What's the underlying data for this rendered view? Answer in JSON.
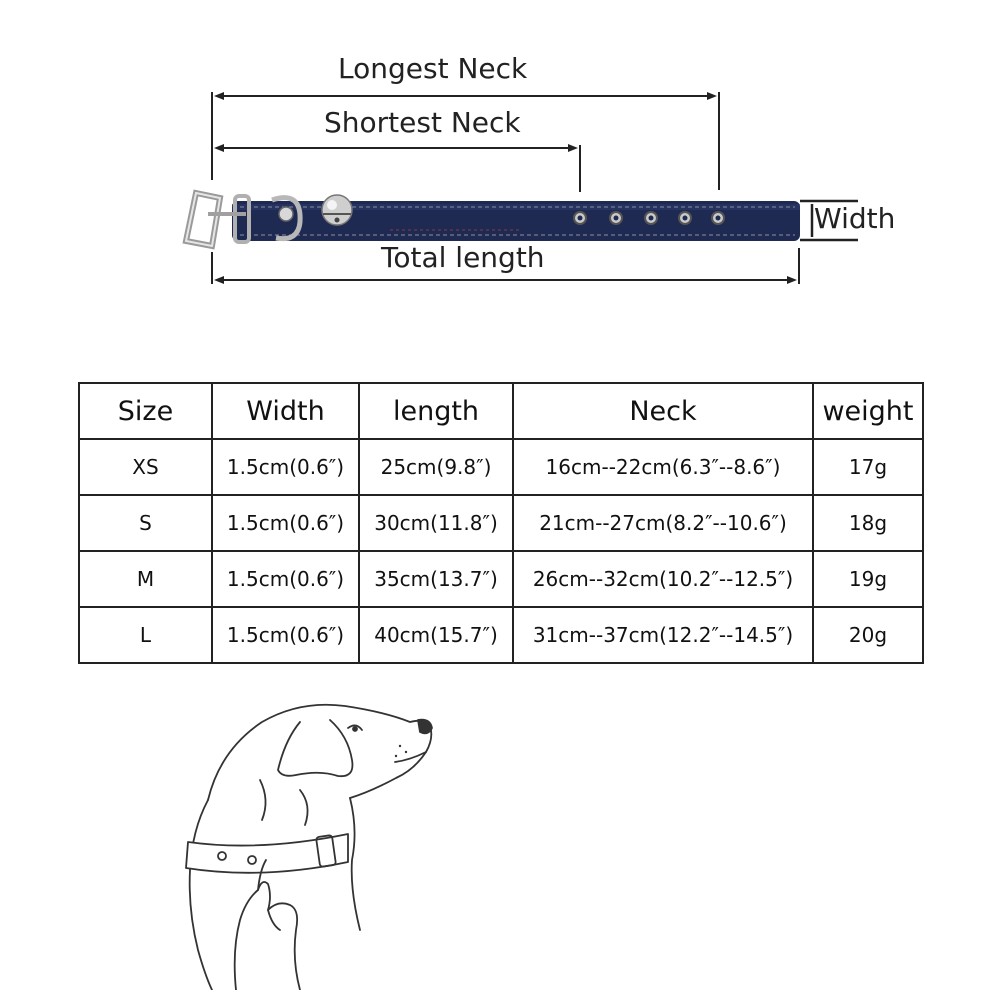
{
  "diagram": {
    "labels": {
      "longest_neck": "Longest Neck",
      "shortest_neck": "Shortest Neck",
      "width": "Width",
      "total_length": "Total length"
    }
  },
  "table": {
    "headers": [
      "Size",
      "Width",
      "length",
      "Neck",
      "weight"
    ],
    "rows": [
      [
        "XS",
        "1.5cm(0.6″)",
        "25cm(9.8″)",
        "16cm--22cm(6.3″--8.6″)",
        "17g"
      ],
      [
        "S",
        "1.5cm(0.6″)",
        "30cm(11.8″)",
        "21cm--27cm(8.2″--10.6″)",
        "18g"
      ],
      [
        "M",
        "1.5cm(0.6″)",
        "35cm(13.7″)",
        "26cm--32cm(10.2″--12.5″)",
        "19g"
      ],
      [
        "L",
        "1.5cm(0.6″)",
        "40cm(15.7″)",
        "31cm--37cm(12.2″--14.5″)",
        "20g"
      ]
    ]
  },
  "colors": {
    "collar": "#1f2a52",
    "stitch": "#a0a0a0",
    "line": "#222222"
  },
  "icons": [
    "collar-image",
    "bell-icon",
    "buckle-icon",
    "dog-illustration"
  ]
}
